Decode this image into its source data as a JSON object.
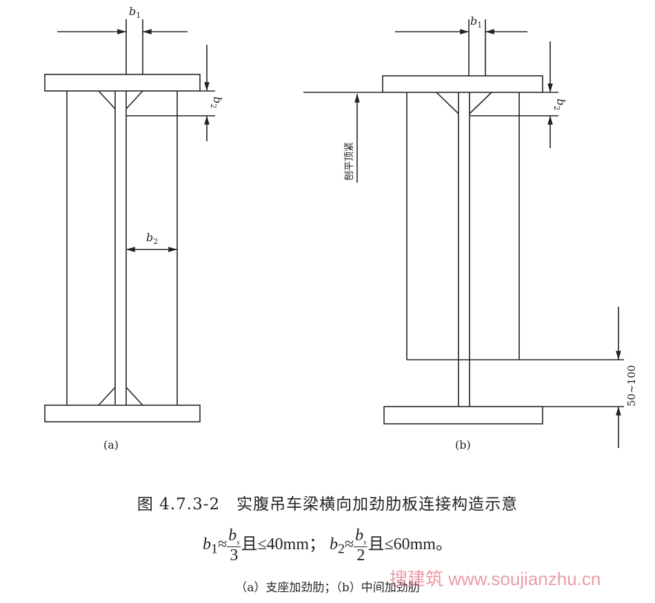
{
  "diagram": {
    "labels": {
      "b1": "b",
      "b1_sub": "1",
      "b2": "b",
      "b2_sub": "2",
      "bs_sub": "s"
    },
    "panel_a_label": "(a)",
    "panel_b_label": "(b)",
    "planed_tight_note": "刨平顶紧",
    "gap_dimension": "50~100"
  },
  "caption": {
    "title": "图 4.7.3-2　实腹吊车梁横向加劲肋板连接构造示意",
    "formula": {
      "b1_denominator": "3",
      "b1_limit": "且≤40mm；",
      "b2_denominator": "2",
      "b2_limit": "且≤60mm。",
      "approx": "≈"
    },
    "subtitle": "（a）支座加劲肋；（b）中间加劲肋"
  },
  "watermark": "搜建筑 www.soujianzhu.cn"
}
